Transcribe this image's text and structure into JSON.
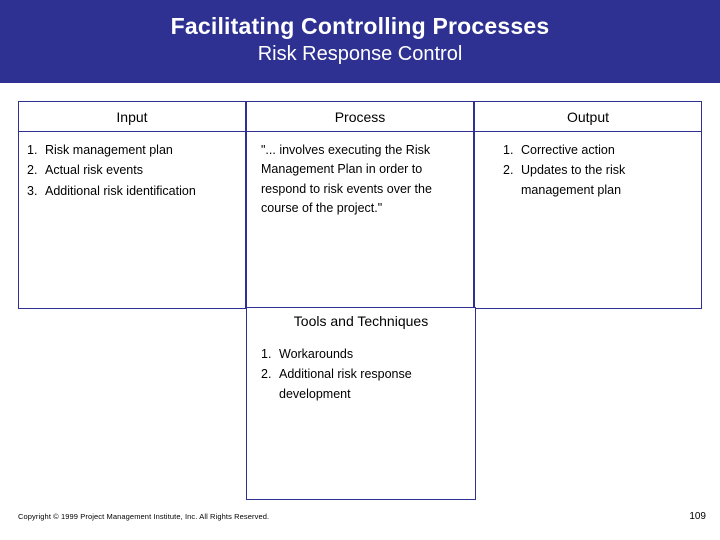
{
  "header": {
    "title": "Facilitating Controlling Processes",
    "subtitle": "Risk Response Control",
    "band_color": "#2e3192"
  },
  "table": {
    "columns": [
      {
        "header": "Input",
        "items": [
          {
            "num": "1.",
            "text": "Risk management plan"
          },
          {
            "num": "2.",
            "text": "Actual risk events"
          },
          {
            "num": "3.",
            "text": "Additional risk identification"
          }
        ]
      },
      {
        "header": "Process",
        "paragraph": "\"... involves executing the Risk Management Plan in order to respond to risk events over the course of the project.\""
      },
      {
        "header": "Output",
        "items": [
          {
            "num": "1.",
            "text": "Corrective action"
          },
          {
            "num": "2.",
            "text": "Updates to the risk management plan"
          }
        ]
      }
    ]
  },
  "tools": {
    "header": "Tools and Techniques",
    "items": [
      {
        "num": "1.",
        "text": "Workarounds"
      },
      {
        "num": "2.",
        "text": "Additional risk response development"
      }
    ]
  },
  "footer": {
    "copyright": "Copyright © 1999 Project Management Institute, Inc. All Rights Reserved.",
    "page_number": "109"
  }
}
